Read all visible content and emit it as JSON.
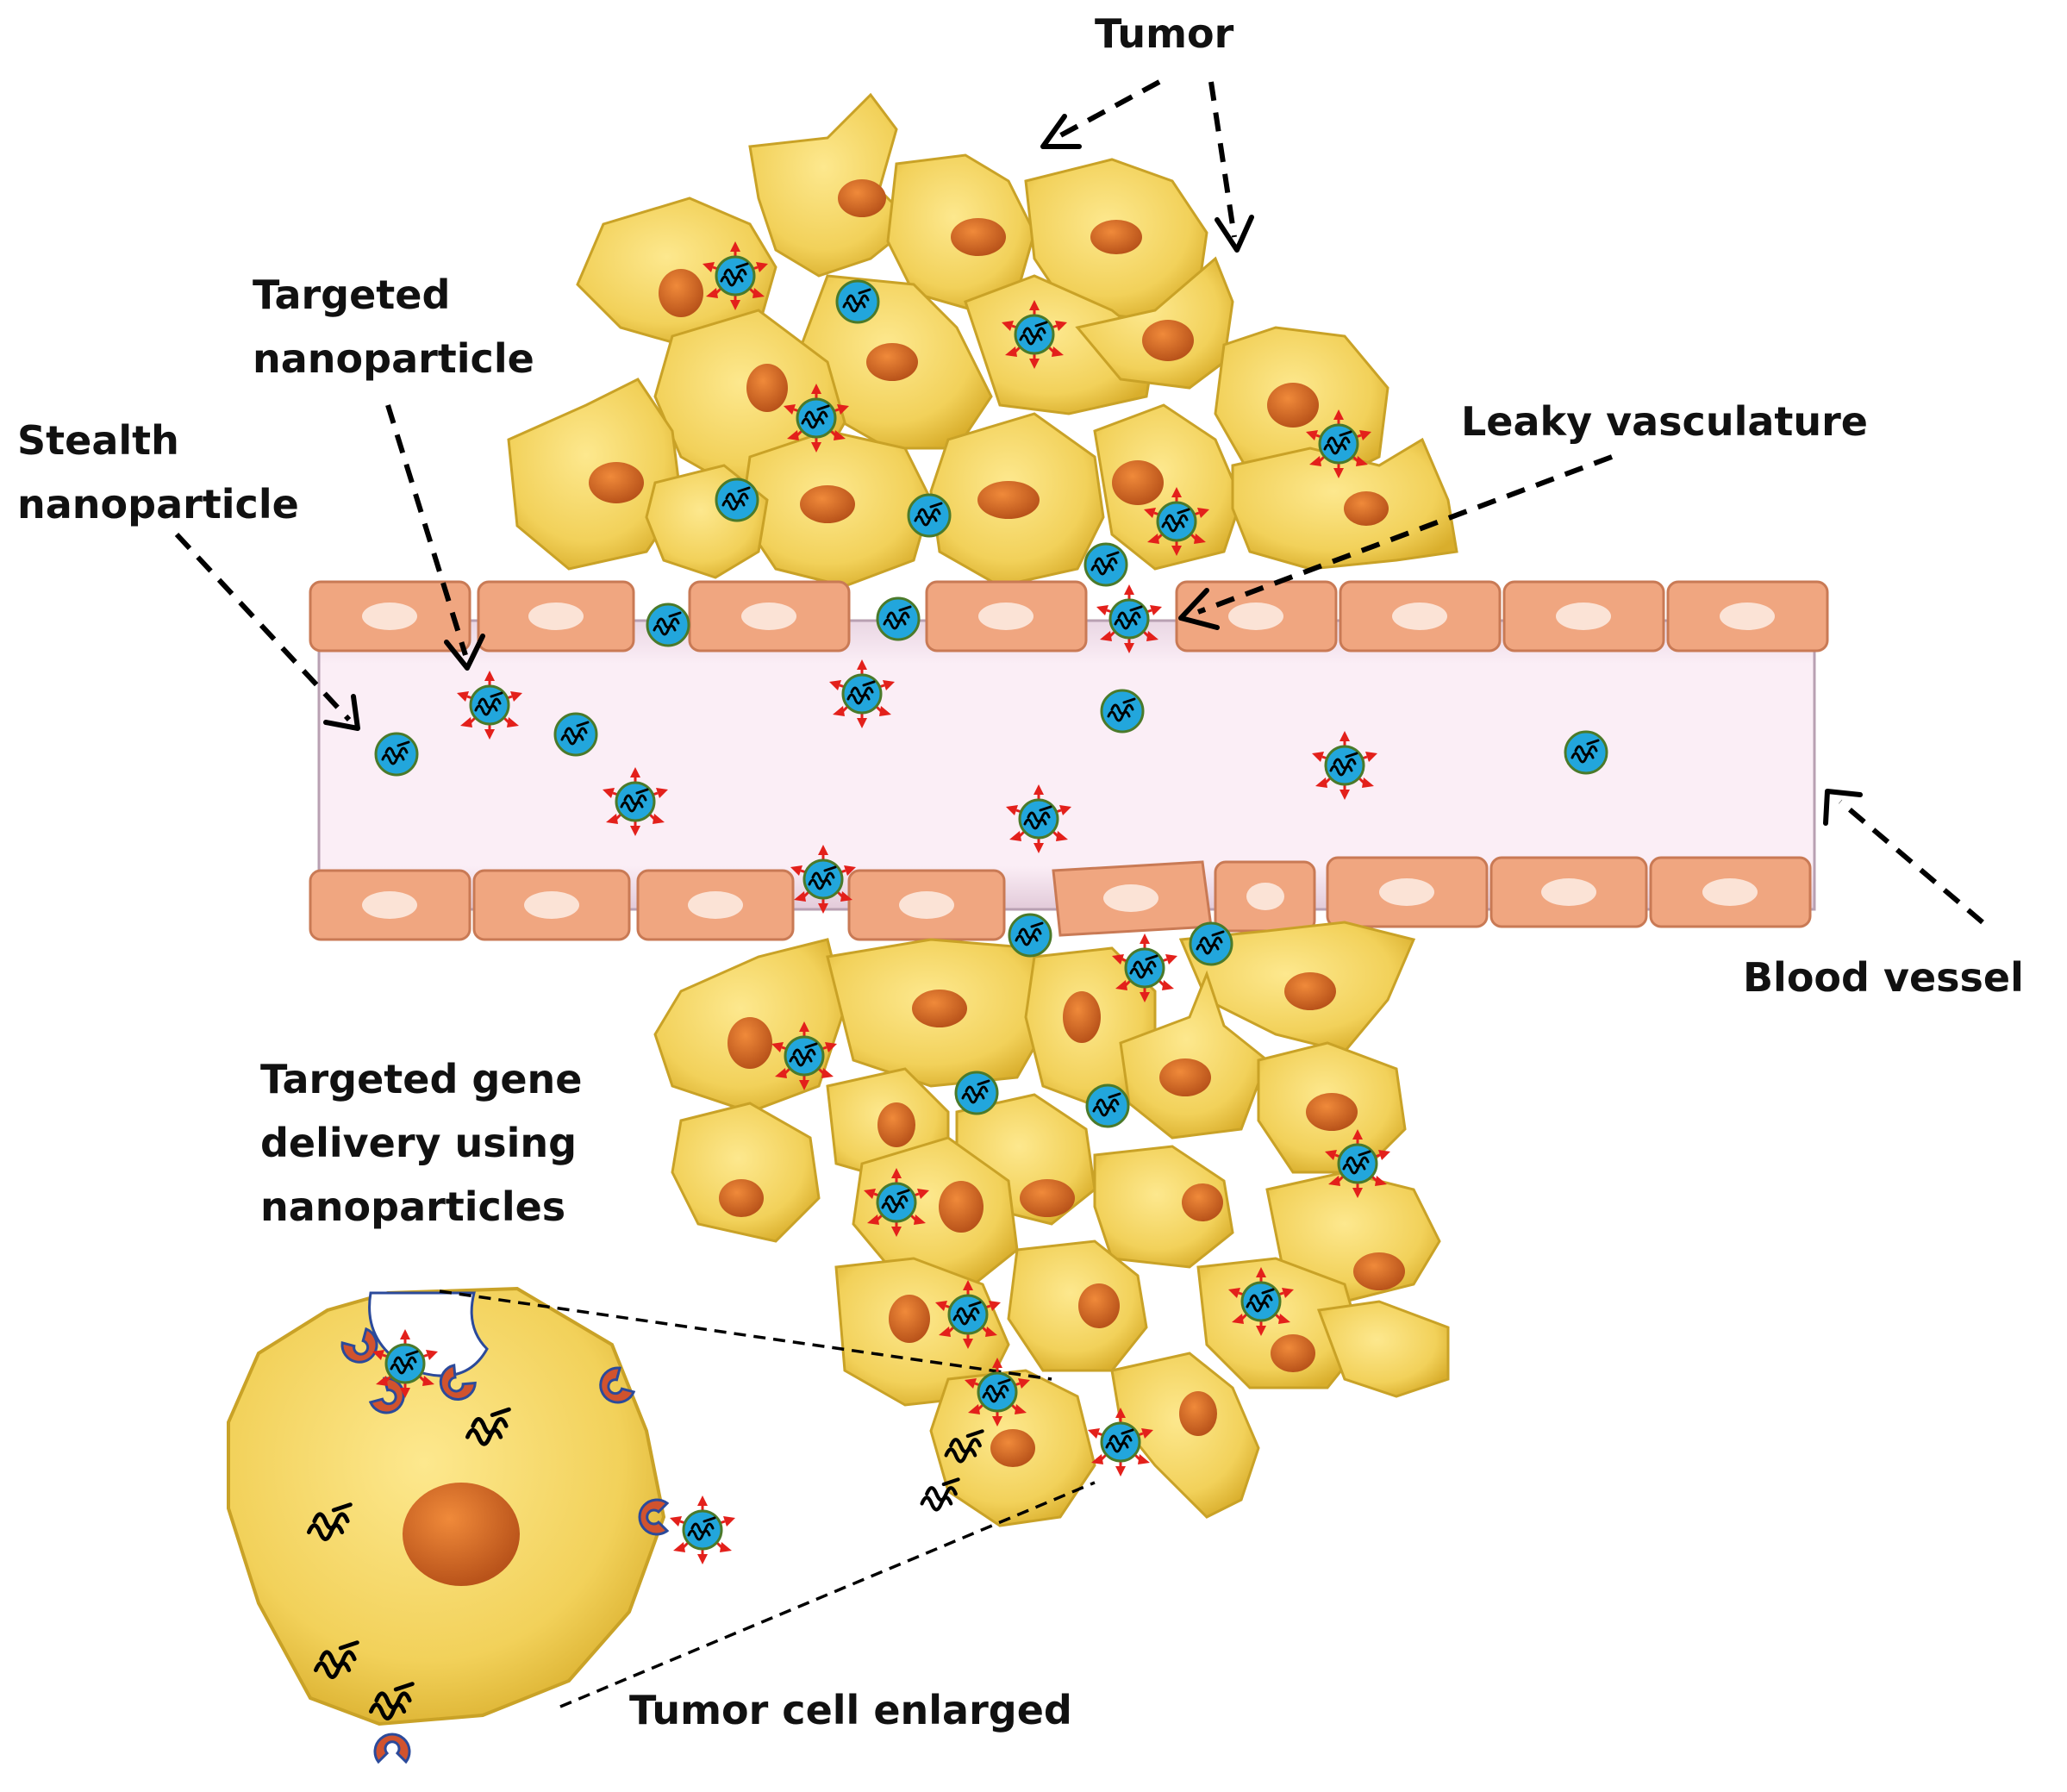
{
  "labels": {
    "tumor": "Tumor",
    "targeted_np_line1": "Targeted",
    "targeted_np_line2": "nanoparticle",
    "stealth_np_line1": "Stealth",
    "stealth_np_line2": "nanoparticle",
    "leaky": "Leaky vasculature",
    "blood_vessel": "Blood vessel",
    "gene_line1": "Targeted gene",
    "gene_line2": "delivery using",
    "gene_line3": "nanoparticles",
    "enlarged": "Tumor cell enlarged"
  },
  "colors": {
    "cell_fill": "#f2d15a",
    "cell_edge": "#c9a227",
    "nucleus": "#d2691e",
    "endothelial": "#f0a680",
    "endothelial_edge": "#c97a55",
    "endo_nucleus": "#fbe3d6",
    "lumen": "#fbeef6",
    "nanoparticle": "#22a6dc",
    "ligand": "#e3201b",
    "receptor": "#d1532e",
    "receptor_edge": "#2b4a9b"
  },
  "icons": {
    "stealth": "stealth-nanoparticle-icon",
    "targeted": "targeted-nanoparticle-icon",
    "dna": "dna-strand-icon",
    "receptor": "receptor-icon"
  }
}
